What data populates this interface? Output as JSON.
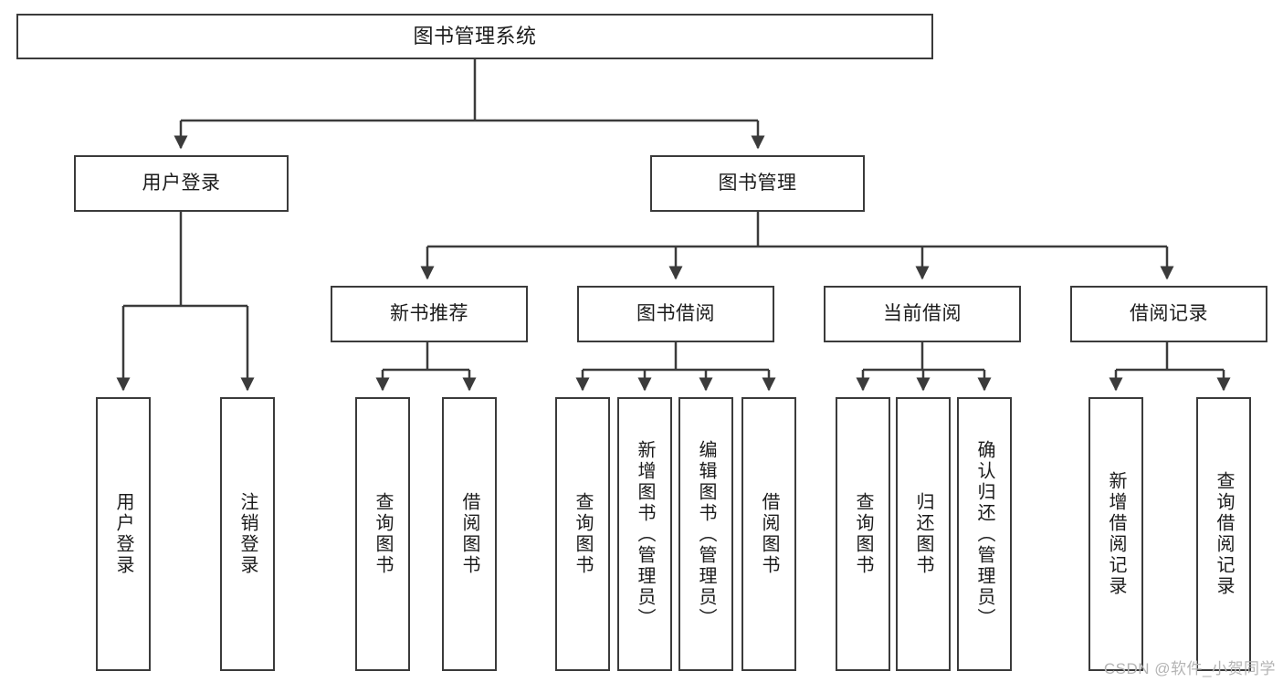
{
  "diagram": {
    "title": "图书管理系统",
    "type": "tree",
    "colors": {
      "stroke": "#3b3b3b",
      "fill": "#ffffff",
      "text": "#1b1b1b",
      "watermark": "#b4b4b4"
    },
    "watermark": "CSDN @软件_小贺同学",
    "nodes": {
      "root": {
        "label": "图书管理系统"
      },
      "level1": [
        {
          "label": "用户登录"
        },
        {
          "label": "图书管理"
        }
      ],
      "level2": [
        {
          "label": "新书推荐"
        },
        {
          "label": "图书借阅"
        },
        {
          "label": "当前借阅"
        },
        {
          "label": "借阅记录"
        }
      ],
      "leaves": {
        "user_login": [
          {
            "label": "用户登录"
          },
          {
            "label": "注销登录"
          }
        ],
        "new_book_recommend": [
          {
            "label": "查询图书"
          },
          {
            "label": "借阅图书"
          }
        ],
        "book_borrow": [
          {
            "label": "查询图书"
          },
          {
            "label": "新增图书（管理员）"
          },
          {
            "label": "编辑图书（管理员）"
          },
          {
            "label": "借阅图书"
          }
        ],
        "current_borrow": [
          {
            "label": "查询图书"
          },
          {
            "label": "归还图书"
          },
          {
            "label": "确认归还（管理员）"
          }
        ],
        "borrow_records": [
          {
            "label": "新增借阅记录"
          },
          {
            "label": "查询借阅记录"
          }
        ]
      }
    }
  }
}
